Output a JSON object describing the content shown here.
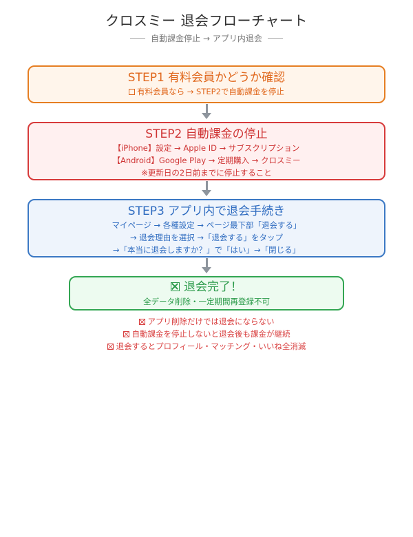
{
  "title": "クロスミー 退会フローチャート",
  "subtitle": "自動課金停止 → アプリ内退会",
  "steps": [
    {
      "heading": "STEP1 有料会員かどうか確認",
      "lines": [
        "有料会員なら → STEP2で自動課金を停止"
      ]
    },
    {
      "heading": "STEP2 自動課金の停止",
      "lines": [
        "【iPhone】設定 → Apple ID → サブスクリプション",
        "【Android】Google Play → 定期購入 → クロスミー",
        "※更新日の2日前までに停止すること"
      ]
    },
    {
      "heading": "STEP3 アプリ内で退会手続き",
      "lines": [
        "マイページ → 各種設定 → ページ最下部「退会する」",
        "→ 退会理由を選択 →「退会する」をタップ",
        "→「本当に退会しますか？」で「はい」→「閉じる」"
      ]
    }
  ],
  "done": {
    "heading": "退会完了！",
    "line": "全データ削除・一定期間再登録不可"
  },
  "warnings": [
    "アプリ削除だけでは退会にならない",
    "自動課金を停止しないと退会後も課金が継続",
    "退会するとプロフィール・マッチング・いいね全消滅"
  ],
  "colors": {
    "step1": "#e67e22",
    "step2": "#d73a3a",
    "step3": "#3b78c4",
    "done": "#33a653",
    "arrow": "#8e959d",
    "warning": "#d94040"
  },
  "icons": {
    "step1_bullet": "checkbox-icon",
    "done_mark": "done-mark-icon",
    "warning_mark": "x-mark-icon"
  }
}
